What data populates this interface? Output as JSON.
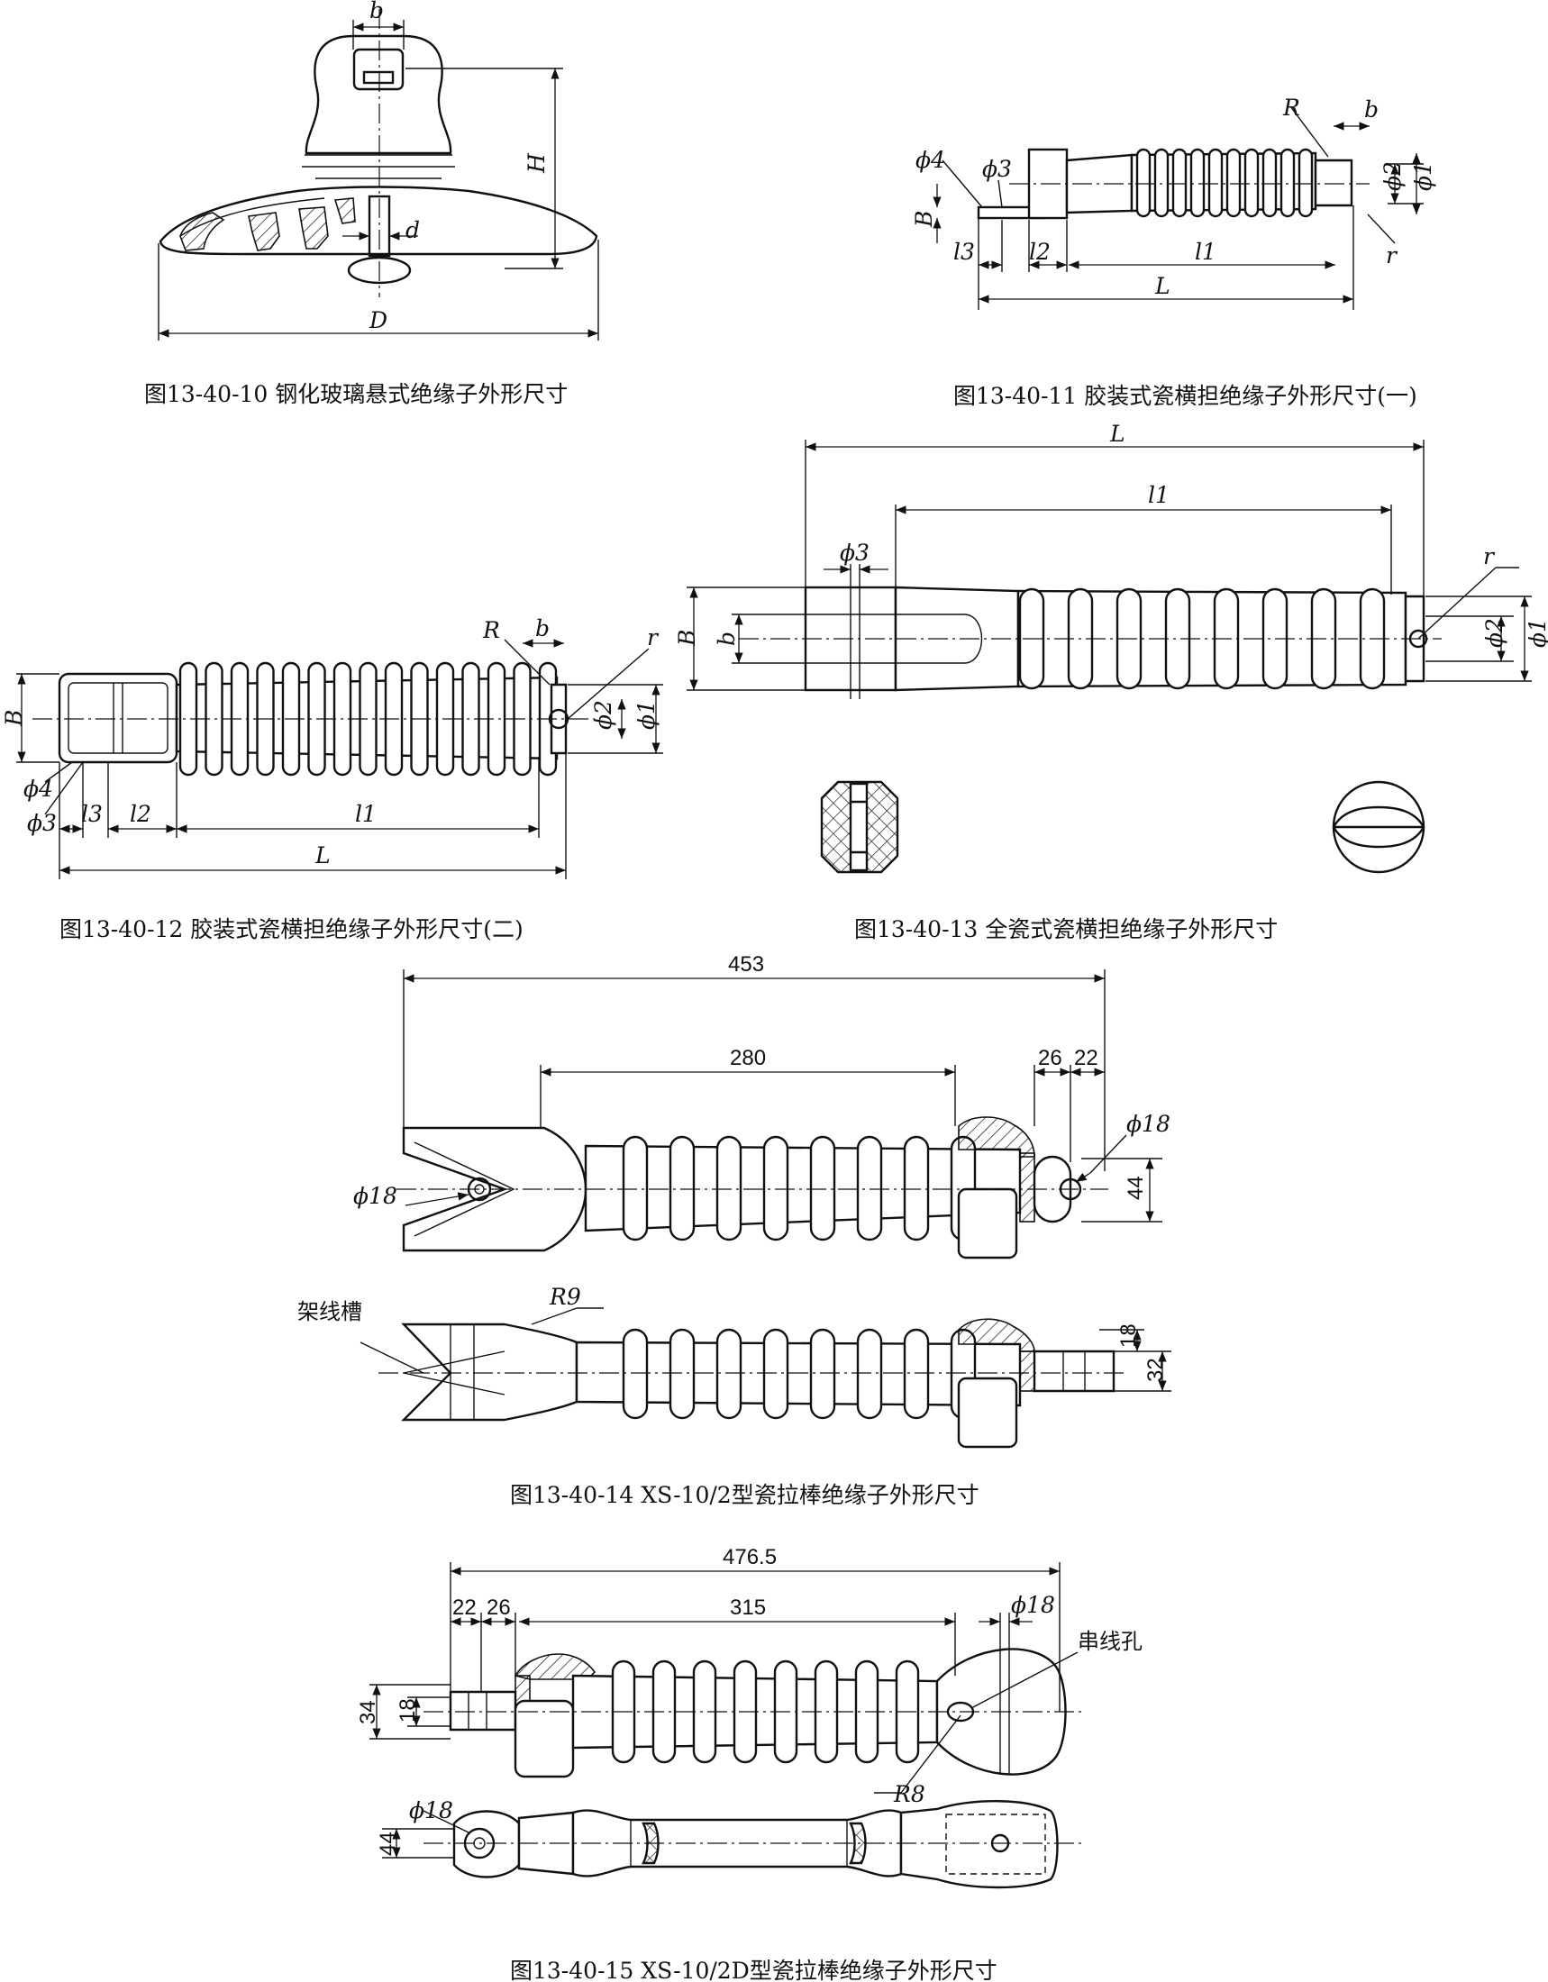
{
  "figures": [
    {
      "caption": "图13-40-10  钢化玻璃悬式绝缘子外形尺寸",
      "labels": [
        "b",
        "H",
        "d",
        "D"
      ]
    },
    {
      "caption": "图13-40-11  胶装式瓷横担绝缘子外形尺寸(一)",
      "labels": [
        "R",
        "b",
        "ϕ4",
        "ϕ3",
        "ϕ2",
        "ϕ1",
        "B",
        "l3",
        "l2",
        "l1",
        "r",
        "L"
      ]
    },
    {
      "caption": "图13-40-12  胶装式瓷横担绝缘子外形尺寸(二)",
      "labels": [
        "B",
        "R",
        "b",
        "r",
        "ϕ2",
        "ϕ1",
        "ϕ4",
        "ϕ3",
        "l3",
        "l2",
        "l1",
        "L"
      ]
    },
    {
      "caption": "图13-40-13  全瓷式瓷横担绝缘子外形尺寸",
      "labels": [
        "L",
        "l1",
        "ϕ3",
        "r",
        "B",
        "b",
        "ϕ2",
        "ϕ1"
      ]
    },
    {
      "caption": "图13-40-14  XS-10/2型瓷拉棒绝缘子外形尺寸",
      "dims": {
        "overall": "453",
        "middle": "280",
        "d26": "26",
        "d22": "22",
        "hole_left": "ϕ18",
        "hole_right": "ϕ18",
        "h44": "44",
        "r9": "R9",
        "d18": "18",
        "d32": "32"
      },
      "groove_label": "架线槽"
    },
    {
      "caption": "图13-40-15  XS-10/2D型瓷拉棒绝缘子外形尺寸",
      "dims": {
        "overall": "476.5",
        "d22": "22",
        "d26": "26",
        "middle": "315",
        "hole_top": "ϕ18",
        "d34": "34",
        "d18": "18",
        "r8": "R8",
        "hole_bottom": "ϕ18",
        "h44": "44"
      },
      "hole_label": "串线孔"
    }
  ]
}
